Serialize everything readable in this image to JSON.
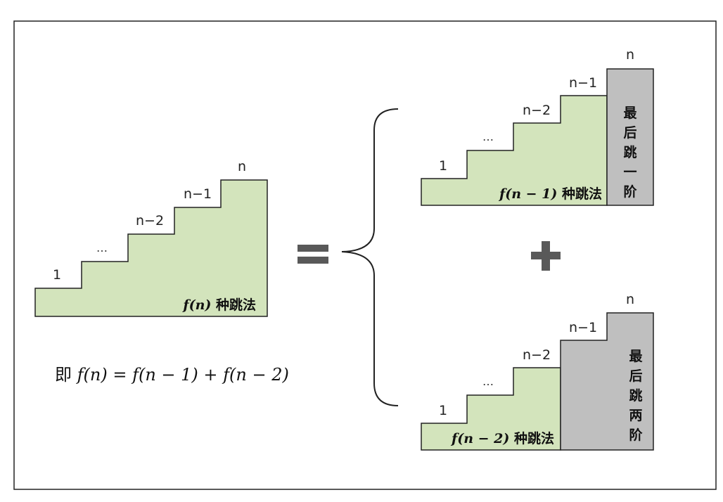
{
  "colors": {
    "stair_fill": "#d3e4bc",
    "last_step_fill": "#bfbfbf",
    "outline": "#222222",
    "symbol": "#595959"
  },
  "labels": {
    "one": "1",
    "dots": "…",
    "n_minus_2": "n−2",
    "n_minus_1": "n−1",
    "n": "n"
  },
  "left": {
    "caption_math": "f(n)",
    "caption_text": " 种跳法",
    "formula_prefix": "即 ",
    "formula_math": "f(n) = f(n − 1) + f(n − 2)"
  },
  "top": {
    "caption_math": "f(n − 1)",
    "caption_text": " 种跳法",
    "last_step_chars": [
      "最",
      "后",
      "跳",
      "一",
      "阶"
    ]
  },
  "bottom": {
    "caption_math": "f(n − 2)",
    "caption_text": " 种跳法",
    "last_step_chars": [
      "最",
      "后",
      "跳",
      "两",
      "阶"
    ]
  },
  "symbols": {
    "equals": "equals-sign-icon",
    "plus": "plus-sign-icon",
    "brace": "left-brace-icon"
  }
}
